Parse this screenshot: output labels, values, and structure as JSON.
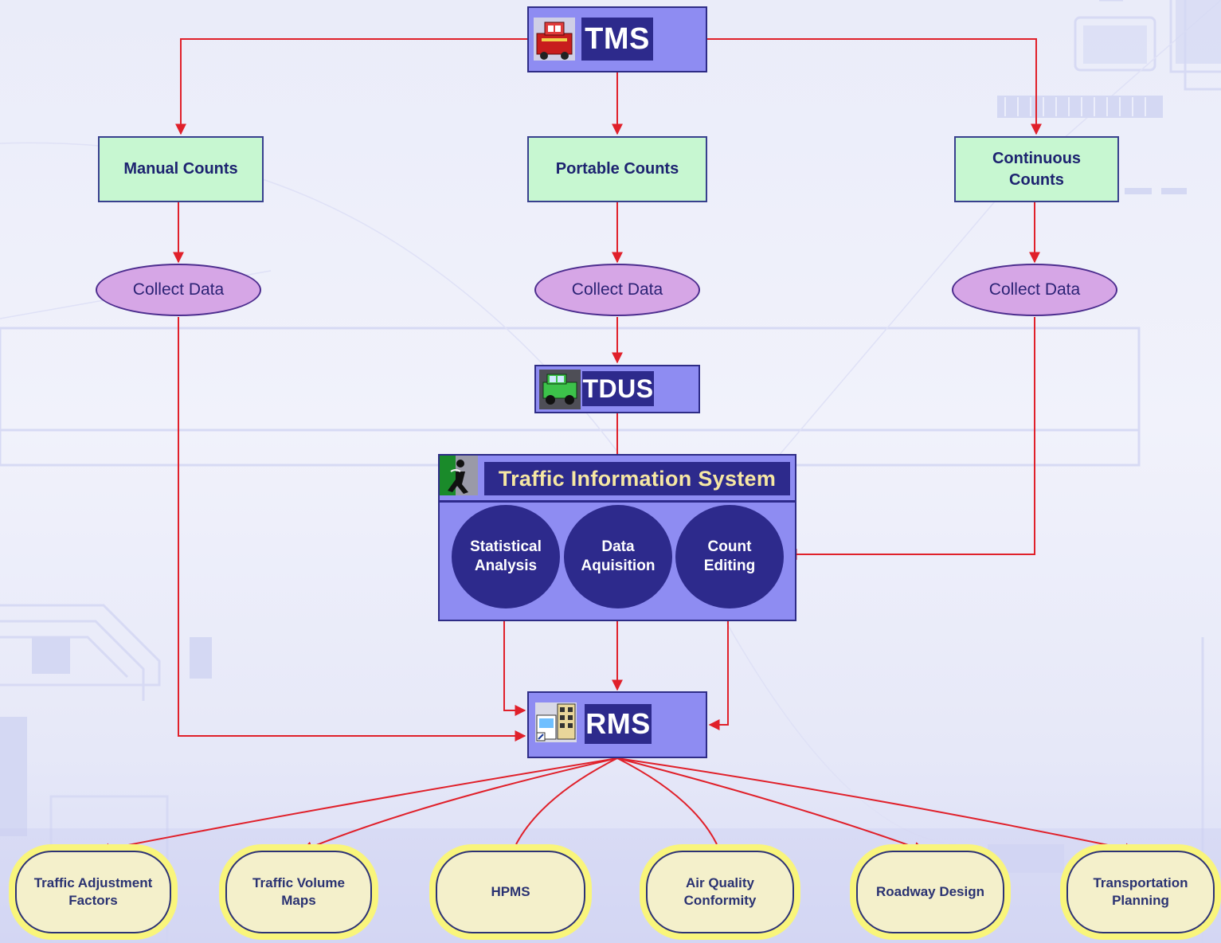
{
  "systems": {
    "tms": {
      "label": "TMS"
    },
    "tdus": {
      "label": "TDUS"
    },
    "rms": {
      "label": "RMS"
    }
  },
  "counts": [
    {
      "label": "Manual Counts"
    },
    {
      "label": "Portable Counts"
    },
    {
      "label": "Continuous\nCounts"
    }
  ],
  "collect": [
    {
      "label": "Collect Data"
    },
    {
      "label": "Collect Data"
    },
    {
      "label": "Collect Data"
    }
  ],
  "tis": {
    "title": "Traffic Information System",
    "modules": [
      {
        "label": "Statistical\nAnalysis"
      },
      {
        "label": "Data\nAquisition"
      },
      {
        "label": "Count\nEditing"
      }
    ]
  },
  "outputs": [
    {
      "label": "Traffic Adjustment\nFactors"
    },
    {
      "label": "Traffic Volume\nMaps"
    },
    {
      "label": "HPMS"
    },
    {
      "label": "Air Quality\nConformity"
    },
    {
      "label": "Roadway Design"
    },
    {
      "label": "Transportation\nPlanning"
    }
  ],
  "colors": {
    "arrow": "#e0202a",
    "system_fill": "#8e8cf2",
    "system_label": "#2d2a8c",
    "count_fill": "#c7f7d1",
    "collect_fill": "#d6a6e6",
    "output_fill": "#f4f0cb",
    "output_glow": "#f9f57c"
  },
  "icons": {
    "tms": "fire-truck-icon",
    "tdus": "jeep-icon",
    "tis": "info-person-icon",
    "rms": "map-building-icon"
  }
}
